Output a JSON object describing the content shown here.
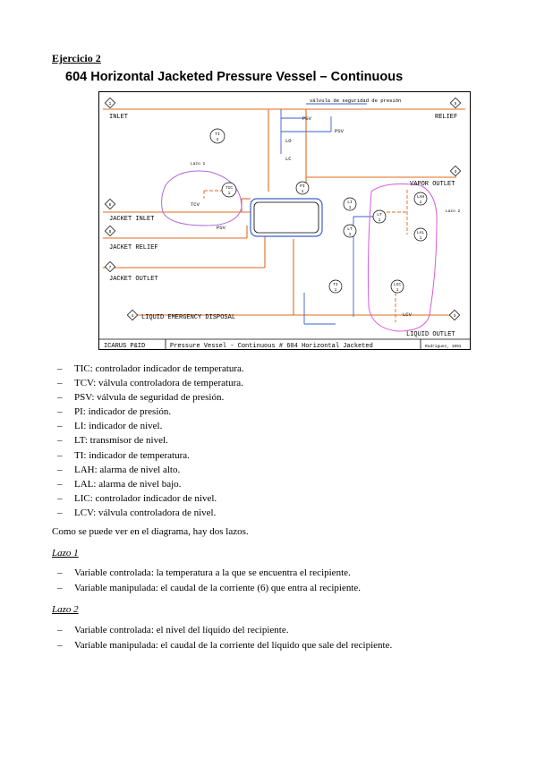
{
  "heading": "Ejercicio 2",
  "title": "604 Horizontal Jacketed Pressure Vessel – Continuous",
  "diagram": {
    "labels": {
      "inlet": "INLET",
      "relief": "RELIEF",
      "vapor_outlet": "VAPOR OUTLET",
      "jacket_inlet": "JACKET INLET",
      "jacket_relief": "JACKET RELIEF",
      "jacket_outlet": "JACKET OUTLET",
      "liquid_emergency": "LIQUID EMERGENCY DISPOSAL",
      "liquid_outlet": "LIQUID OUTLET",
      "safety_valve": "válvula de seguridad de presión",
      "lazo1": "Lazo 1",
      "lazo2": "Lazo 2",
      "footer_left": "ICARUS P&ID",
      "footer_mid": "Pressure Vessel - Continuous   # 604 Horizontal Jacketed",
      "footer_right": "Rodriguez, 1991"
    },
    "streams": {
      "s1": "1",
      "s3": "3",
      "s4": "4",
      "s5": "5",
      "s6": "6",
      "s7": "7",
      "s8": "8"
    },
    "instruments": {
      "psv": "PSV",
      "lo1": "LO",
      "lo2": "LC",
      "tcv": "TCV",
      "psv2": "PSV",
      "lcv": "LCV",
      "ti_top_a": "TI",
      "ti_top_b": "2",
      "tic_a": "TIC",
      "tic_b": "1",
      "pi_a": "PI",
      "pi_b": "1",
      "li_a": "LI",
      "li_b": "1",
      "lt_a": "LT",
      "lt_b": "1",
      "lah_a": "LAH",
      "lah_b": "1",
      "lal_a": "LAL",
      "lal_b": "1",
      "lic_a": "LIC",
      "lic_b": "1",
      "ti_bot_a": "TI",
      "ti_bot_b": "1",
      "lt2_a": "LT",
      "lt2_b": "1"
    }
  },
  "definitions": [
    "TIC: controlador indicador de temperatura.",
    "TCV: válvula controladora de temperatura.",
    "PSV: válvula de seguridad de presión.",
    "PI: indicador de presión.",
    "LI: indicador de nivel.",
    "LT: transmisor de nivel.",
    "TI: indicador de temperatura.",
    "LAH: alarma de nivel alto.",
    "LAL: alarma de nivel bajo.",
    "LIC: controlador indicador de nivel.",
    "LCV: válvula controladora de nivel."
  ],
  "intro": "Como se puede ver en el diagrama, hay dos lazos.",
  "lazo1": {
    "title": "Lazo 1",
    "items": [
      "Variable controlada: la temperatura a la que se encuentra el recipiente.",
      "Variable manipulada: el caudal de la corriente (6) que entra al recipiente."
    ]
  },
  "lazo2": {
    "title": "Lazo 2",
    "items": [
      "Variable controlada: el nivel del líquido del recipiente.",
      "Variable manipulada: el caudal de la corriente del líquido que sale del recipiente."
    ]
  }
}
